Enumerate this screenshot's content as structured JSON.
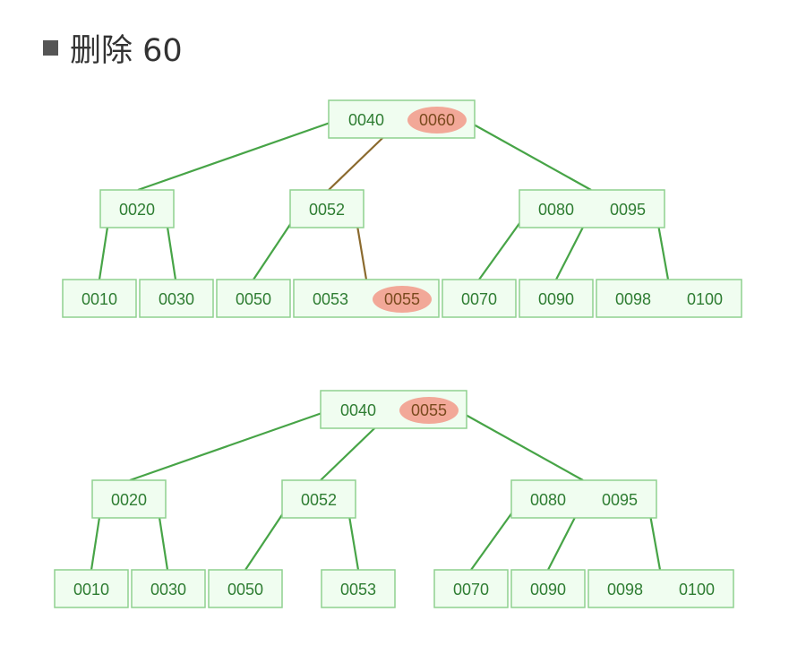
{
  "heading": {
    "text": "删除 60",
    "bullet_icon": "square-bullet-icon"
  },
  "colors": {
    "node_fill": "#f0fdf0",
    "node_border": "#8fd18f",
    "edge": "#47a447",
    "key_text": "#2e7d32",
    "highlight_oval": "#f2a898"
  },
  "diagrams": [
    {
      "id": "before",
      "root": [
        "0040",
        "0060"
      ],
      "level2": [
        [
          "0020"
        ],
        [
          "0052"
        ],
        [
          "0080",
          "0095"
        ]
      ],
      "leaves": [
        [
          "0010"
        ],
        [
          "0030"
        ],
        [
          "0050"
        ],
        [
          "0053",
          "0055"
        ],
        [
          "0070"
        ],
        [
          "0090"
        ],
        [
          "0098",
          "0100"
        ]
      ],
      "highlighted_keys": [
        "0060",
        "0055"
      ]
    },
    {
      "id": "after",
      "root": [
        "0040",
        "0055"
      ],
      "level2": [
        [
          "0020"
        ],
        [
          "0052"
        ],
        [
          "0080",
          "0095"
        ]
      ],
      "leaves": [
        [
          "0010"
        ],
        [
          "0030"
        ],
        [
          "0050"
        ],
        [
          "0053"
        ],
        [
          "0070"
        ],
        [
          "0090"
        ],
        [
          "0098",
          "0100"
        ]
      ],
      "highlighted_keys": [
        "0055"
      ]
    }
  ]
}
